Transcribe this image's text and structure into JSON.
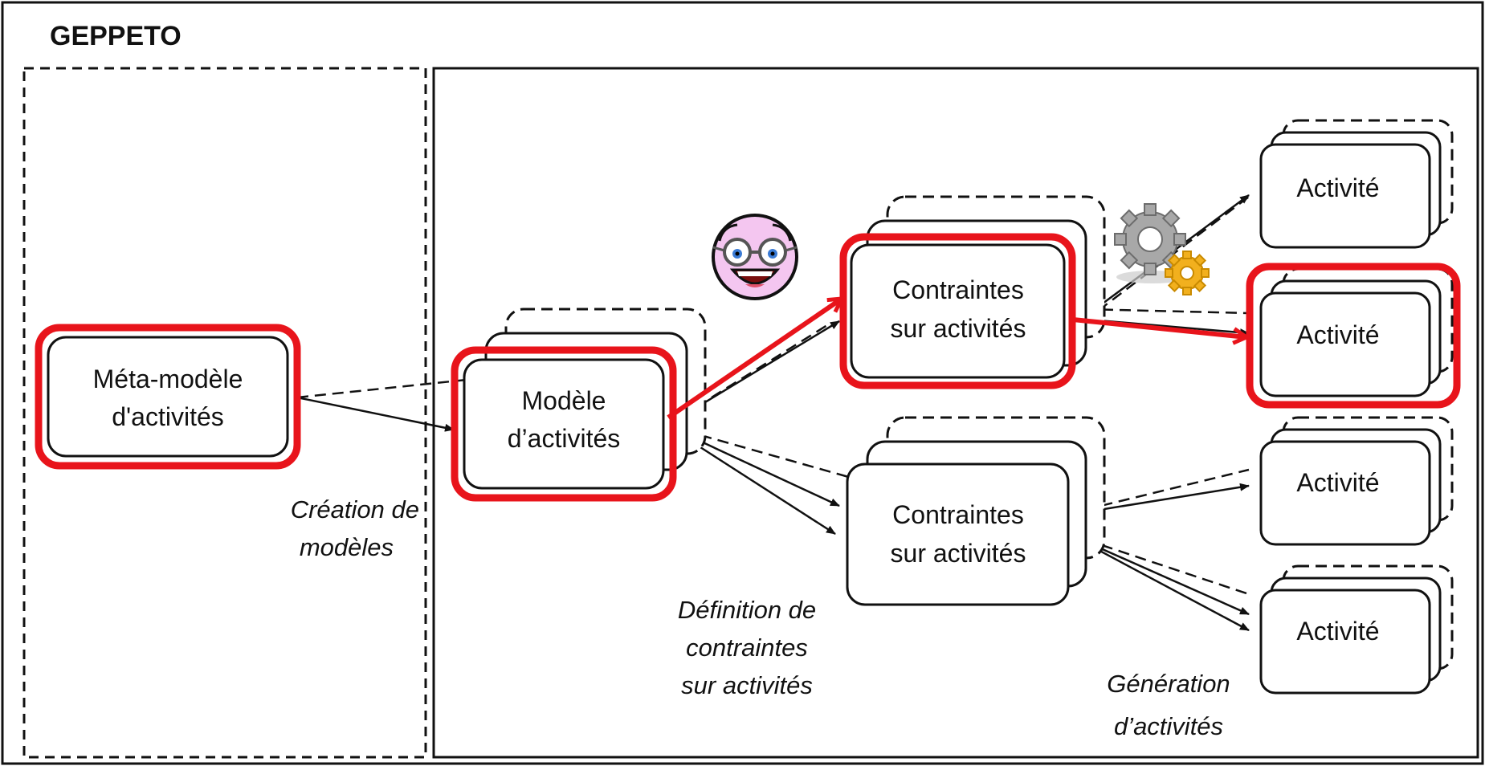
{
  "title": "GEPPETO",
  "nodes": {
    "meta_model": [
      "Méta-modèle",
      "d'activités"
    ],
    "model": [
      "Modèle",
      "d’activités"
    ],
    "constraints_top": [
      "Contraintes",
      "sur activités"
    ],
    "constraints_bottom": [
      "Contraintes",
      "sur activités"
    ],
    "activity_1": "Activité",
    "activity_2": "Activité",
    "activity_3": "Activité",
    "activity_4": "Activité"
  },
  "labels": {
    "creation": [
      "Création de",
      "modèles"
    ],
    "definition": [
      "Définition de",
      "contraintes",
      "sur activités"
    ],
    "generation": [
      "Génération",
      "d’activités"
    ]
  },
  "icons": [
    "teacher-face-icon",
    "gears-icon"
  ],
  "colors": {
    "highlight": "#e8141b",
    "stroke": "#111111",
    "gear_gray": "#9a9a9a",
    "gear_gold": "#f2b01e",
    "face": "#f4c6f0"
  }
}
